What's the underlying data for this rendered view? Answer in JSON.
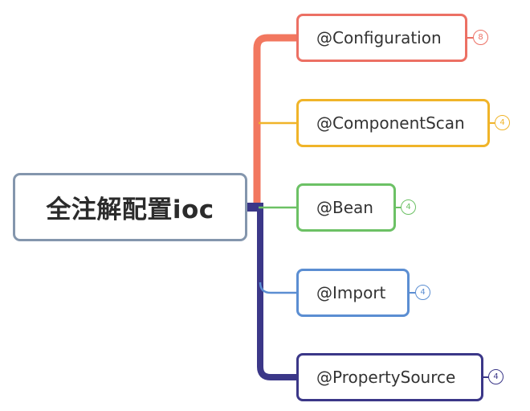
{
  "root": {
    "title": "全注解配置ioc"
  },
  "branches": [
    {
      "label": "@Configuration",
      "count": "8",
      "color": "#ec7064"
    },
    {
      "label": "@ComponentScan",
      "count": "4",
      "color": "#f0b429"
    },
    {
      "label": "@Bean",
      "count": "4",
      "color": "#6cc165"
    },
    {
      "label": "@Import",
      "count": "4",
      "color": "#5b8ed2"
    },
    {
      "label": "@PropertySource",
      "count": "4",
      "color": "#3b3788"
    }
  ],
  "colors": {
    "root_border": "#8496ad",
    "trunk_upper": "#f2775f",
    "trunk_lower": "#3b3788"
  }
}
